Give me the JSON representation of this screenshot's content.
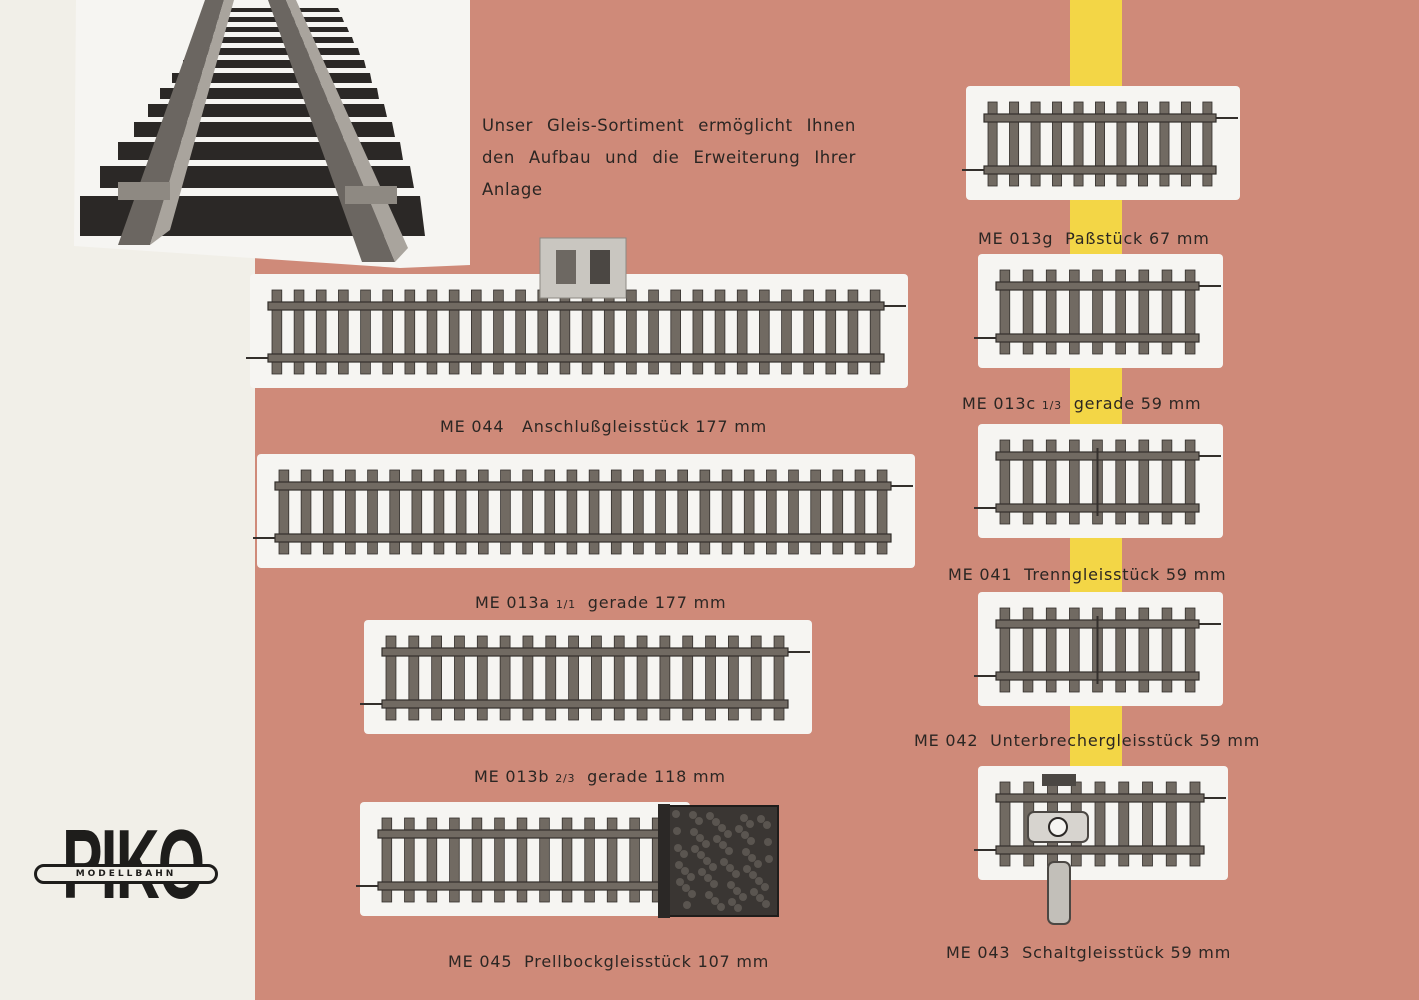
{
  "intro_text": "Unser Gleis-Sortiment ermöglicht Ihnen den Aufbau und die Erweiterung Ihrer Anlage",
  "colors": {
    "page": "#f1efe8",
    "panel": "#cf8a79",
    "yellow_stripe": "#f3d646",
    "cutout": "#f6f5f2",
    "track": "#716a62",
    "track_dark": "#332f2c"
  },
  "tracks": [
    {
      "code": "ME 044",
      "name": "Anschlußgleisstück 177 mm",
      "variant": "connector"
    },
    {
      "code": "ME 013a",
      "fraction": "1/1",
      "name": "gerade 177 mm",
      "variant": "plain"
    },
    {
      "code": "ME 013b",
      "fraction": "2/3",
      "name": "gerade 118 mm",
      "variant": "plain"
    },
    {
      "code": "ME 045",
      "name": "Prellbockgleisstück 107 mm",
      "variant": "buffer"
    },
    {
      "code": "ME 013g",
      "name": "Paßstück 67 mm",
      "variant": "plain"
    },
    {
      "code": "ME 013c",
      "fraction": "1/3",
      "name": "gerade 59 mm",
      "variant": "plain"
    },
    {
      "code": "ME 041",
      "name": "Trenngleisstück 59 mm",
      "variant": "isolating"
    },
    {
      "code": "ME 042",
      "name": "Unterbrechergleisstück 59 mm",
      "variant": "isolating"
    },
    {
      "code": "ME 043",
      "name": "Schaltgleisstück 59 mm",
      "variant": "switching"
    }
  ],
  "brand": {
    "name": "PIKO",
    "subline": "MODELLBAHN"
  }
}
